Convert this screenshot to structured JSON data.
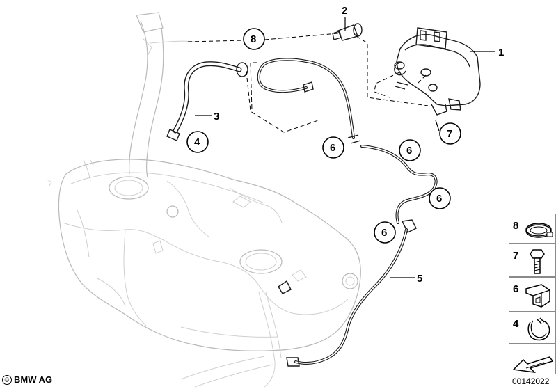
{
  "callouts": [
    {
      "id": "c1",
      "label": "1"
    },
    {
      "id": "c2",
      "label": "2"
    },
    {
      "id": "c3",
      "label": "3"
    },
    {
      "id": "c4",
      "label": "4"
    },
    {
      "id": "c5",
      "label": "5"
    },
    {
      "id": "c6a",
      "label": "6"
    },
    {
      "id": "c6b",
      "label": "6"
    },
    {
      "id": "c6c",
      "label": "6"
    },
    {
      "id": "c6d",
      "label": "6"
    },
    {
      "id": "c7",
      "label": "7"
    },
    {
      "id": "c8",
      "label": "8"
    }
  ],
  "legend": [
    {
      "label": "8",
      "part": "hose-clamp-icon"
    },
    {
      "label": "7",
      "part": "bolt-icon"
    },
    {
      "label": "6",
      "part": "clip-icon"
    },
    {
      "label": "4",
      "part": "spring-clamp-icon"
    }
  ],
  "footer": {
    "copyright_symbol": "©",
    "copyright": "BMW AG",
    "doc_number": "00142022"
  }
}
